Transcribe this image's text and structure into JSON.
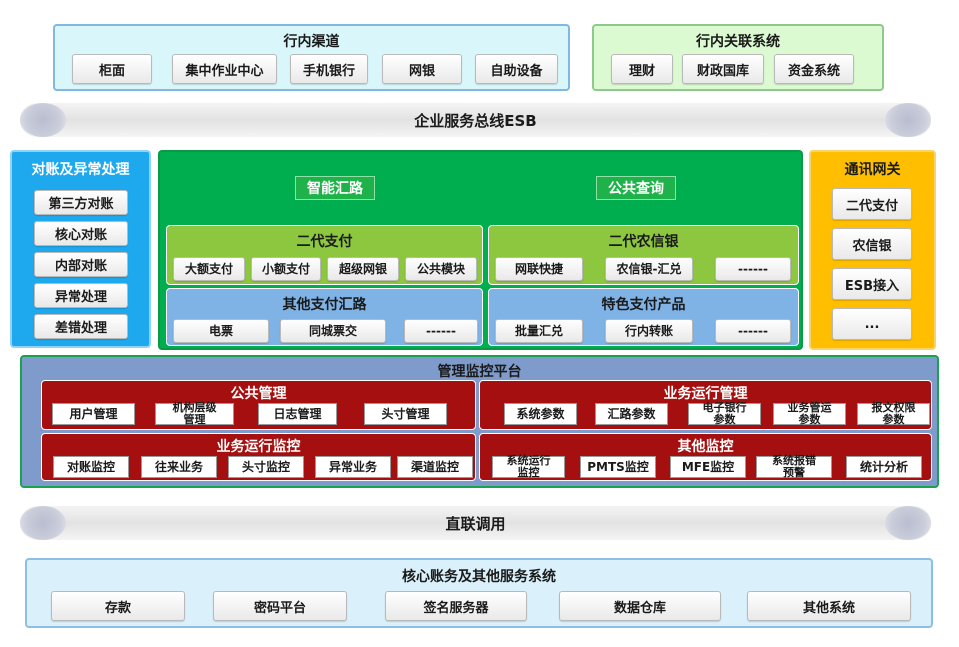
{
  "channels": {
    "title": "行内渠道",
    "items": [
      "柜面",
      "集中作业中心",
      "手机银行",
      "网银",
      "自助设备"
    ]
  },
  "related": {
    "title": "行内关联系统",
    "items": [
      "理财",
      "财政国库",
      "资金系统"
    ]
  },
  "esb_bus": "企业服务总线ESB",
  "recon": {
    "title": "对账及异常处理",
    "items": [
      "第三方对账",
      "核心对账",
      "内部对账",
      "异常处理",
      "差错处理"
    ]
  },
  "center": {
    "smart_routing": "智能汇路",
    "public_query": "公共查询",
    "cnaps2": {
      "title": "二代支付",
      "items": [
        "大额支付",
        "小额支付",
        "超级网银",
        "公共模块"
      ]
    },
    "rural": {
      "title": "二代农信银",
      "items": [
        "网联快捷",
        "农信银-汇兑",
        "------"
      ]
    },
    "other_pay": {
      "title": "其他支付汇路",
      "items": [
        "电票",
        "同城票交",
        "------"
      ]
    },
    "special": {
      "title": "特色支付产品",
      "items": [
        "批量汇兑",
        "行内转账",
        "------"
      ]
    }
  },
  "gateway": {
    "title": "通讯网关",
    "items": [
      "二代支付",
      "农信银",
      "ESB接入",
      "..."
    ]
  },
  "monitor": {
    "title": "管理监控平台",
    "public_mgmt": {
      "title": "公共管理",
      "items": [
        "用户管理",
        "机构层级\n管理",
        "日志管理",
        "头寸管理"
      ]
    },
    "biz_mgmt": {
      "title": "业务运行管理",
      "items": [
        "系统参数",
        "汇路参数",
        "电子银行\n参数",
        "业务管运\n参数",
        "报文权限\n参数"
      ]
    },
    "biz_monitor": {
      "title": "业务运行监控",
      "items": [
        "对账监控",
        "往来业务",
        "头寸监控",
        "异常业务",
        "渠道监控"
      ]
    },
    "other_monitor": {
      "title": "其他监控",
      "items": [
        "系统运行\n监控",
        "PMTS监控",
        "MFE监控",
        "系统报错\n预警",
        "统计分析"
      ]
    }
  },
  "direct_bus": "直联调用",
  "core": {
    "title": "核心账务及其他服务系统",
    "items": [
      "存款",
      "密码平台",
      "签名服务器",
      "数据仓库",
      "其他系统"
    ]
  }
}
